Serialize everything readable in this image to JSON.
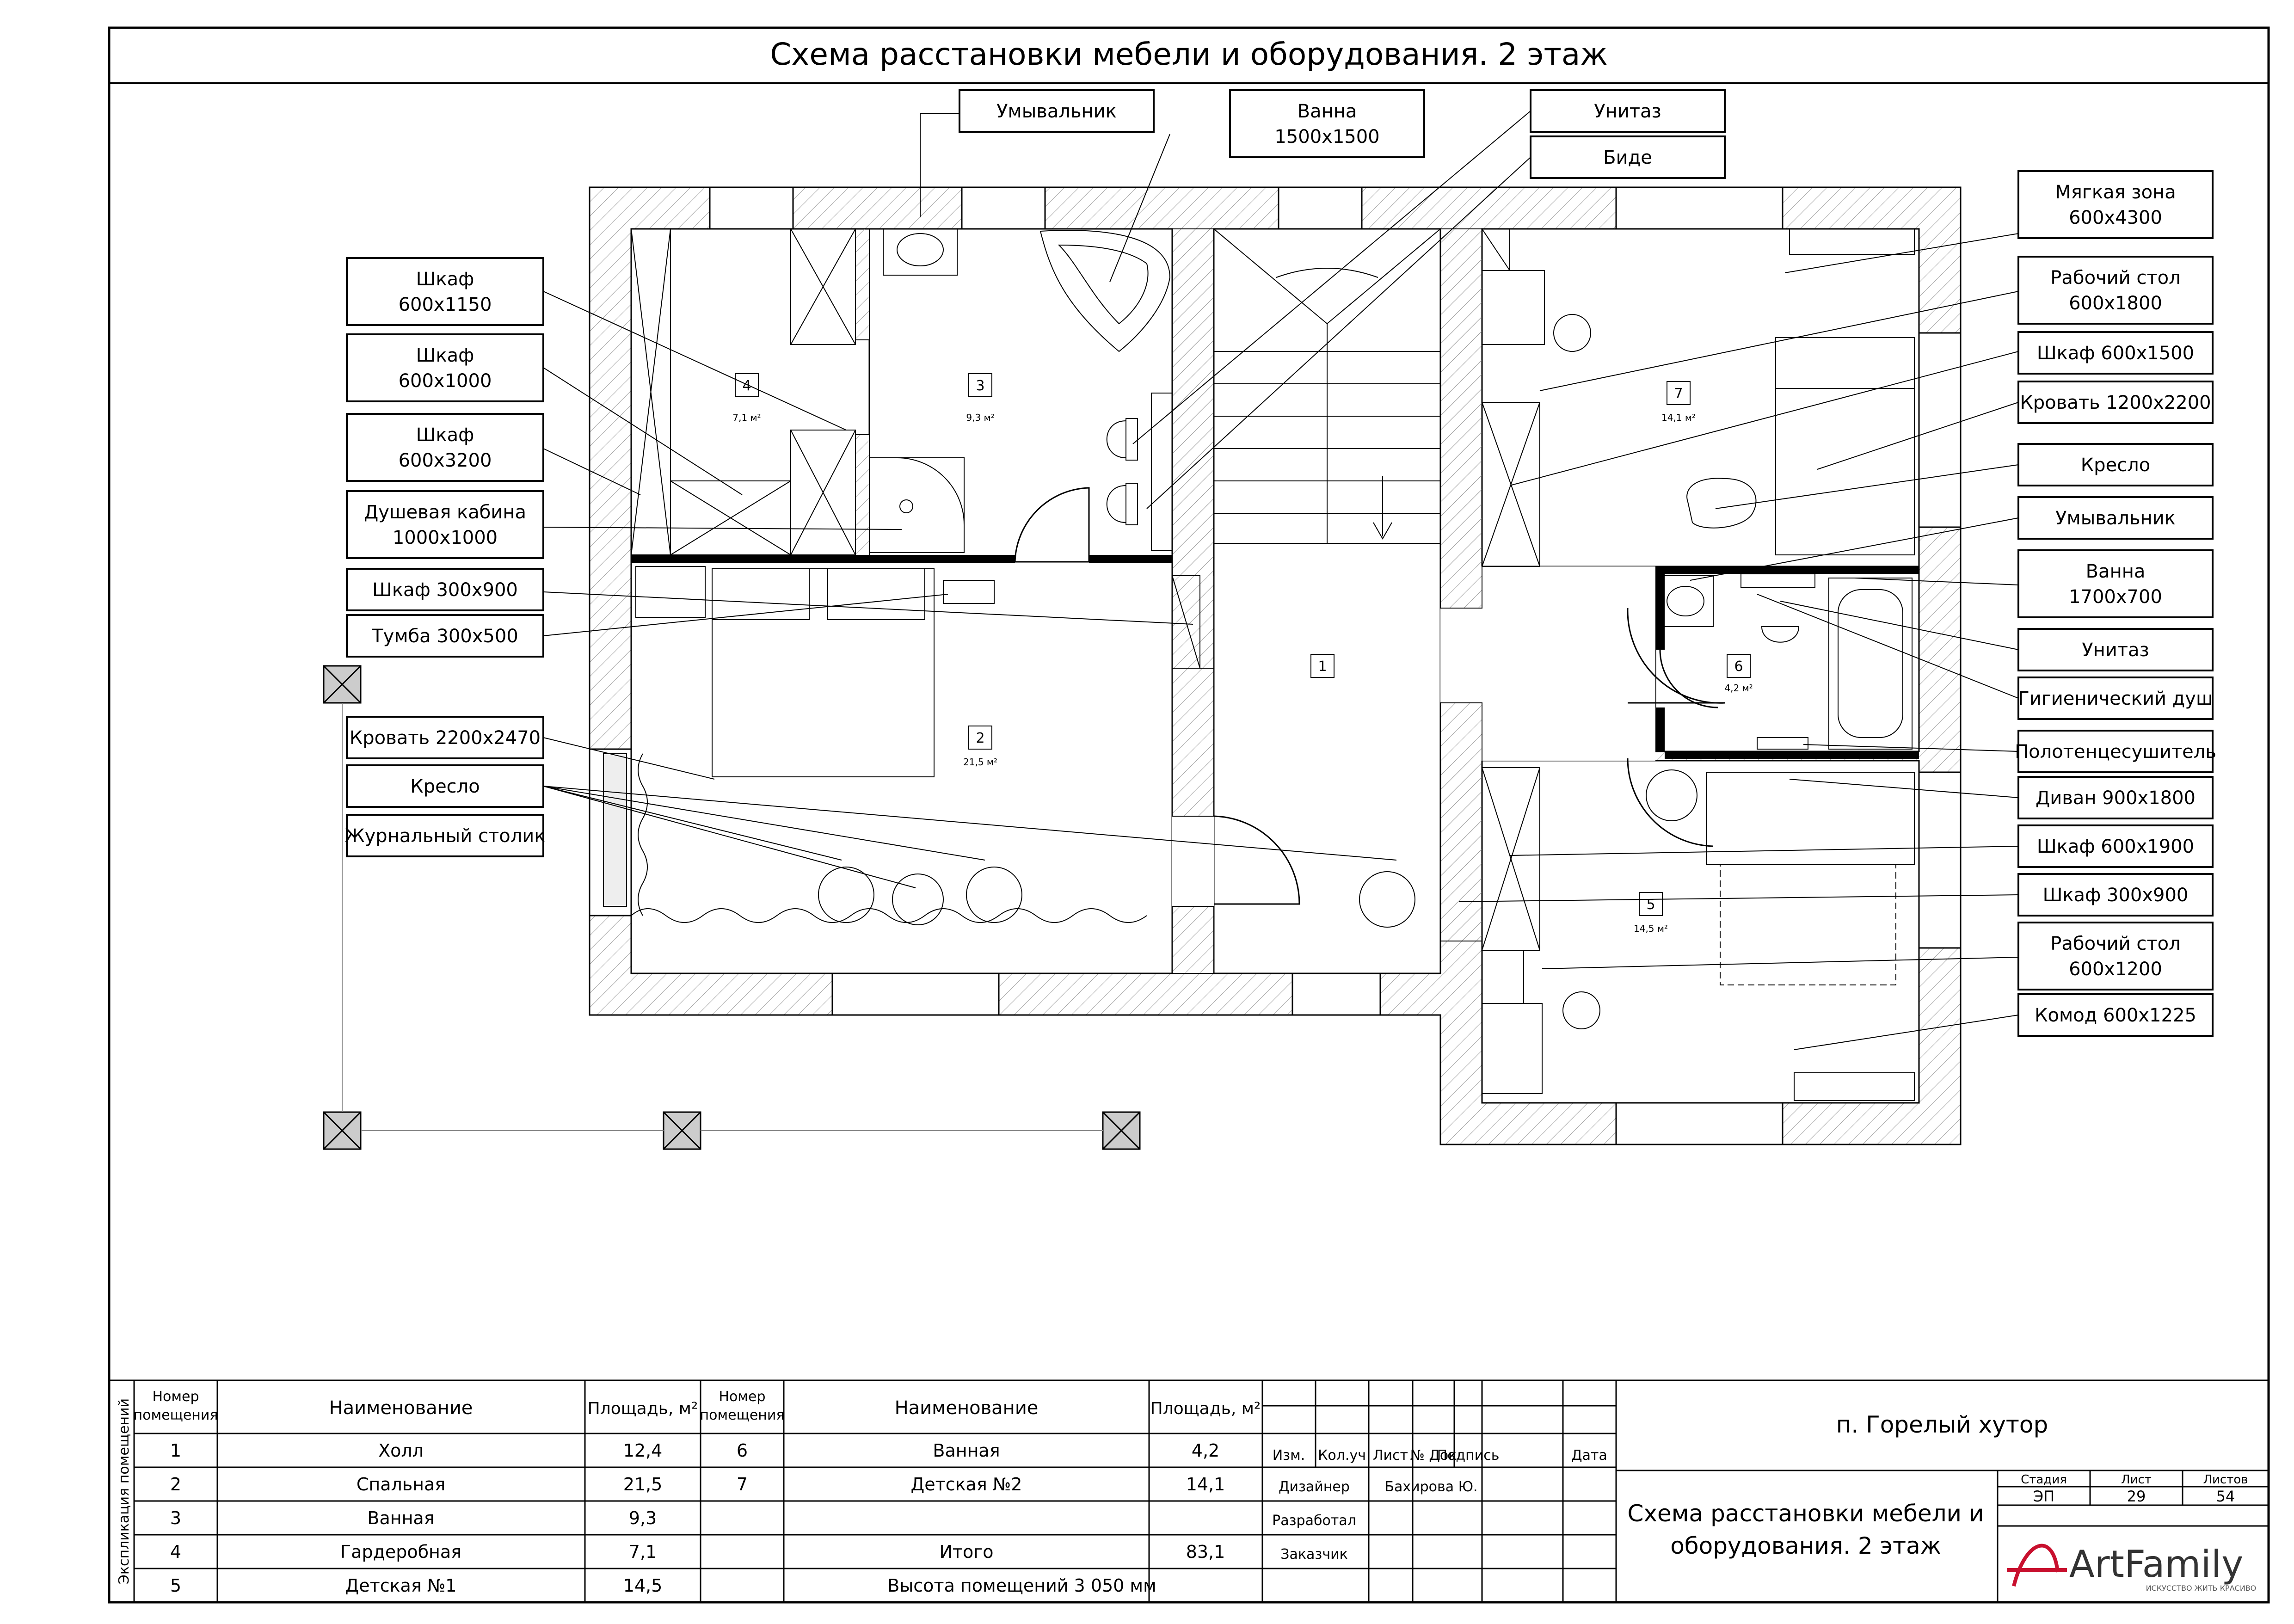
{
  "title": "Схема расстановки мебели и оборудования. 2 этаж",
  "callouts_top": [
    {
      "id": "umyv-top",
      "text": [
        "Умывальник"
      ]
    },
    {
      "id": "vanna-top",
      "text": [
        "Ванна",
        "1500x1500"
      ]
    },
    {
      "id": "unitaz-top",
      "text": [
        "Унитаз"
      ]
    },
    {
      "id": "bide-top",
      "text": [
        "Биде"
      ]
    }
  ],
  "callouts_left": [
    {
      "id": "shkaf-1150",
      "text": [
        "Шкаф",
        "600x1150"
      ]
    },
    {
      "id": "shkaf-1000",
      "text": [
        "Шкаф",
        "600x1000"
      ]
    },
    {
      "id": "shkaf-3200",
      "text": [
        "Шкаф",
        "600x3200"
      ]
    },
    {
      "id": "dush",
      "text": [
        "Душевая кабина",
        "1000x1000"
      ]
    },
    {
      "id": "shkaf-300-900-l",
      "text": [
        "Шкаф 300x900"
      ]
    },
    {
      "id": "tumba",
      "text": [
        "Тумба 300x500"
      ]
    },
    {
      "id": "krovat-2200",
      "text": [
        "Кровать 2200x2470"
      ]
    },
    {
      "id": "kreslo-l",
      "text": [
        "Кресло"
      ]
    },
    {
      "id": "stolik",
      "text": [
        "Журнальный столик"
      ]
    }
  ],
  "callouts_right": [
    {
      "id": "myagkaya",
      "text": [
        "Мягкая зона",
        "600x4300"
      ]
    },
    {
      "id": "stol-1800",
      "text": [
        "Рабочий стол",
        "600x1800"
      ]
    },
    {
      "id": "shkaf-1500",
      "text": [
        "Шкаф 600x1500"
      ]
    },
    {
      "id": "krovat-1200",
      "text": [
        "Кровать 1200x2200"
      ]
    },
    {
      "id": "kreslo-r",
      "text": [
        "Кресло"
      ]
    },
    {
      "id": "umyv-r",
      "text": [
        "Умывальник"
      ]
    },
    {
      "id": "vanna-r",
      "text": [
        "Ванна",
        "1700x700"
      ]
    },
    {
      "id": "unitaz-r",
      "text": [
        "Унитаз"
      ]
    },
    {
      "id": "gig-dush",
      "text": [
        "Гигиенический душ"
      ]
    },
    {
      "id": "polotence",
      "text": [
        "Полотенцесушитель"
      ]
    },
    {
      "id": "divan",
      "text": [
        "Диван 900x1800"
      ]
    },
    {
      "id": "shkaf-1900",
      "text": [
        "Шкаф 600x1900"
      ]
    },
    {
      "id": "shkaf-300-900-r",
      "text": [
        "Шкаф 300x900"
      ]
    },
    {
      "id": "stol-1200",
      "text": [
        "Рабочий стол",
        "600x1200"
      ]
    },
    {
      "id": "komod",
      "text": [
        "Комод 600x1225"
      ]
    }
  ],
  "rooms": [
    {
      "num": "1",
      "area": ""
    },
    {
      "num": "2",
      "area": "21,5 м²"
    },
    {
      "num": "3",
      "area": "9,3 м²"
    },
    {
      "num": "4",
      "area": "7,1 м²"
    },
    {
      "num": "5",
      "area": "14,5 м²"
    },
    {
      "num": "6",
      "area": "4,2 м²"
    },
    {
      "num": "7",
      "area": "14,1 м²"
    }
  ],
  "explication": {
    "side_label": "Экспликация помещений",
    "headers": [
      "Номер помещения",
      "Наименование",
      "Площадь, м²",
      "Номер помещения",
      "Наименование",
      "Площадь, м²"
    ],
    "left_rows": [
      {
        "num": "1",
        "name": "Холл",
        "area": "12,4"
      },
      {
        "num": "2",
        "name": "Спальная",
        "area": "21,5"
      },
      {
        "num": "3",
        "name": "Ванная",
        "area": "9,3"
      },
      {
        "num": "4",
        "name": "Гардеробная",
        "area": "7,1"
      },
      {
        "num": "5",
        "name": "Детская №1",
        "area": "14,5"
      }
    ],
    "right_rows": [
      {
        "num": "6",
        "name": "Ванная",
        "area": "4,2"
      },
      {
        "num": "7",
        "name": "Детская №2",
        "area": "14,1"
      },
      {
        "num": "",
        "name": "",
        "area": ""
      },
      {
        "num": "",
        "name": "Итого",
        "area": "83,1"
      }
    ],
    "height_note": "Высота помещений 3 050 мм"
  },
  "stamp": {
    "cols": [
      "Изм.",
      "Кол.уч",
      "Лист",
      "№ Док",
      "Подпись",
      "Дата"
    ],
    "roles": [
      {
        "role": "Дизайнер",
        "name": "Бахирова Ю."
      },
      {
        "role": "Разработал",
        "name": ""
      },
      {
        "role": "Заказчик",
        "name": ""
      }
    ],
    "location": "п. Горелый хутор",
    "sheet_title": [
      "Схема расстановки мебели и",
      "оборудования. 2 этаж"
    ],
    "stage_label": "Стадия",
    "list_label": "Лист",
    "lists_label": "Листов",
    "stage": "ЭП",
    "list": "29",
    "lists": "54",
    "logo_main": "ArtFamily",
    "logo_sub": "ИСКУССТВО ЖИТЬ КРАСИВО"
  }
}
